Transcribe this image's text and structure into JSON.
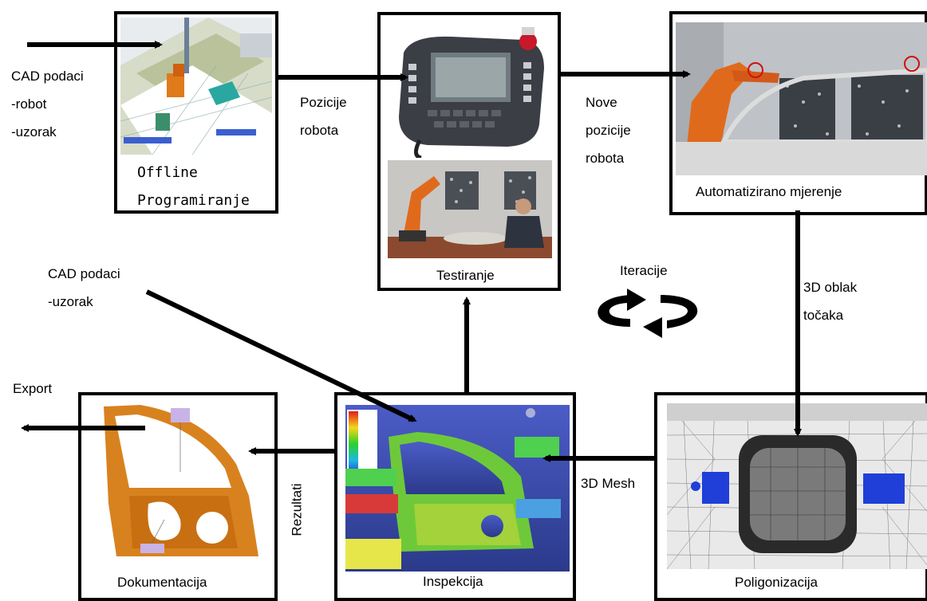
{
  "input_top": {
    "lines": [
      "CAD podaci",
      "-robot",
      "-uzorak"
    ]
  },
  "input_mid": {
    "lines": [
      "CAD podaci",
      "-uzorak"
    ]
  },
  "offline": {
    "lines": [
      "Offline",
      "Programiranje"
    ]
  },
  "edge_positions": {
    "lines": [
      "Pozicije",
      "robota"
    ]
  },
  "testing": {
    "label": "Testiranje"
  },
  "edge_new_positions": {
    "lines": [
      "Nove",
      "pozicije",
      "robota"
    ]
  },
  "automated": {
    "label": "Automatizirano mjerenje"
  },
  "iteration": {
    "label": "Iteracije"
  },
  "edge_cloud": {
    "lines": [
      "3D oblak",
      "točaka"
    ]
  },
  "export": {
    "label": "Export"
  },
  "documentation": {
    "label": "Dokumentacija"
  },
  "edge_results": {
    "label": "Rezultati"
  },
  "inspection": {
    "label": "Inspekcija"
  },
  "edge_mesh": {
    "label": "3D Mesh"
  },
  "polygonization": {
    "label": "Poligonizacija"
  },
  "colors": {
    "robot_orange": "#e06a1c",
    "door_orange": "#d8821f",
    "mesh_blue": "#1f3fd8"
  }
}
